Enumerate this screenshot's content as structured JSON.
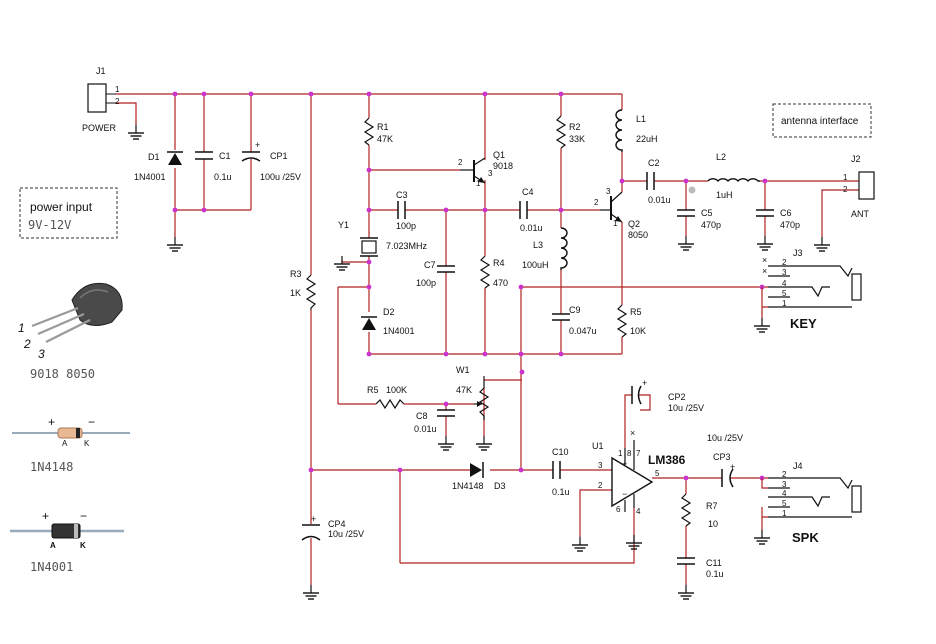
{
  "colors": {
    "wire": "#b22222",
    "component": "#111111",
    "junction": "#cc33cc",
    "marker": "#bbbbbb"
  },
  "legend": {
    "power_input_title": "power input",
    "power_input_range": "9V-12V",
    "antenna_interface": "antenna interface",
    "transistor_pins": [
      "1",
      "2",
      "3"
    ],
    "transistor_types": "9018  8050",
    "diode_small_plus": "+",
    "diode_small_minus": "−",
    "diode_small_a": "A",
    "diode_small_k": "K",
    "diode_small_name": "1N4148",
    "diode_big_plus": "+",
    "diode_big_minus": "−",
    "diode_big_a": "A",
    "diode_big_k": "K",
    "diode_big_name": "1N4001"
  },
  "components": {
    "j1": {
      "ref": "J1",
      "name": "POWER",
      "pin1": "1",
      "pin2": "2"
    },
    "j2": {
      "ref": "J2",
      "name": "ANT",
      "pin1": "1",
      "pin2": "2"
    },
    "j3": {
      "ref": "J3",
      "name": "KEY",
      "pins": [
        "2",
        "3",
        "4",
        "5",
        "1"
      ]
    },
    "j4": {
      "ref": "J4",
      "name": "SPK",
      "pins": [
        "2",
        "3",
        "4",
        "5",
        "1"
      ]
    },
    "d1": {
      "ref": "D1",
      "value": "1N4001"
    },
    "d2": {
      "ref": "D2",
      "value": "1N4001"
    },
    "d3": {
      "ref": "D3",
      "value": "1N4148"
    },
    "c1": {
      "ref": "C1",
      "value": "0.1u"
    },
    "cp1": {
      "ref": "CP1",
      "value": "100u /25V"
    },
    "r1": {
      "ref": "R1",
      "value": "47K"
    },
    "q1": {
      "ref": "Q1",
      "value": "9018",
      "pin2": "2",
      "pin1": "1",
      "pin3": "3"
    },
    "r2": {
      "ref": "R2",
      "value": "33K"
    },
    "l1": {
      "ref": "L1",
      "value": "22uH"
    },
    "c2": {
      "ref": "C2",
      "value": "0.01u"
    },
    "l2": {
      "ref": "L2",
      "value": "1uH"
    },
    "c3": {
      "ref": "C3",
      "value": "100p"
    },
    "c4": {
      "ref": "C4",
      "value": "0.01u"
    },
    "q2": {
      "ref": "Q2",
      "value": "8050",
      "pin2": "2",
      "pin1": "1",
      "pin3": "3"
    },
    "c5": {
      "ref": "C5",
      "value": "470p"
    },
    "c6": {
      "ref": "C6",
      "value": "470p"
    },
    "y1": {
      "ref": "Y1",
      "value": "7.023MHz"
    },
    "l3": {
      "ref": "L3",
      "value": "100uH"
    },
    "c7": {
      "ref": "C7",
      "value": "100p"
    },
    "r4": {
      "ref": "R4",
      "value": "470"
    },
    "r3": {
      "ref": "R3",
      "value": "1K"
    },
    "c9": {
      "ref": "C9",
      "value": "0.047u"
    },
    "r5a": {
      "ref": "R5",
      "value": "10K"
    },
    "w1": {
      "ref": "W1",
      "value": "47K"
    },
    "r5b": {
      "ref": "R5",
      "value": "100K"
    },
    "c8": {
      "ref": "C8",
      "value": "0.01u"
    },
    "cp2": {
      "ref": "CP2",
      "value": "10u /25V"
    },
    "u1": {
      "ref": "U1",
      "value": "LM386",
      "pins": [
        "3",
        "2",
        "5",
        "6",
        "4",
        "7",
        "8",
        "1"
      ]
    },
    "cp3": {
      "ref": "CP3",
      "value": "10u /25V"
    },
    "c10": {
      "ref": "C10",
      "value": "0.1u"
    },
    "r7": {
      "ref": "R7",
      "value": "10"
    },
    "c11": {
      "ref": "C11",
      "value": "0.1u"
    },
    "cp4": {
      "ref": "CP4",
      "value": "10u /25V"
    }
  }
}
